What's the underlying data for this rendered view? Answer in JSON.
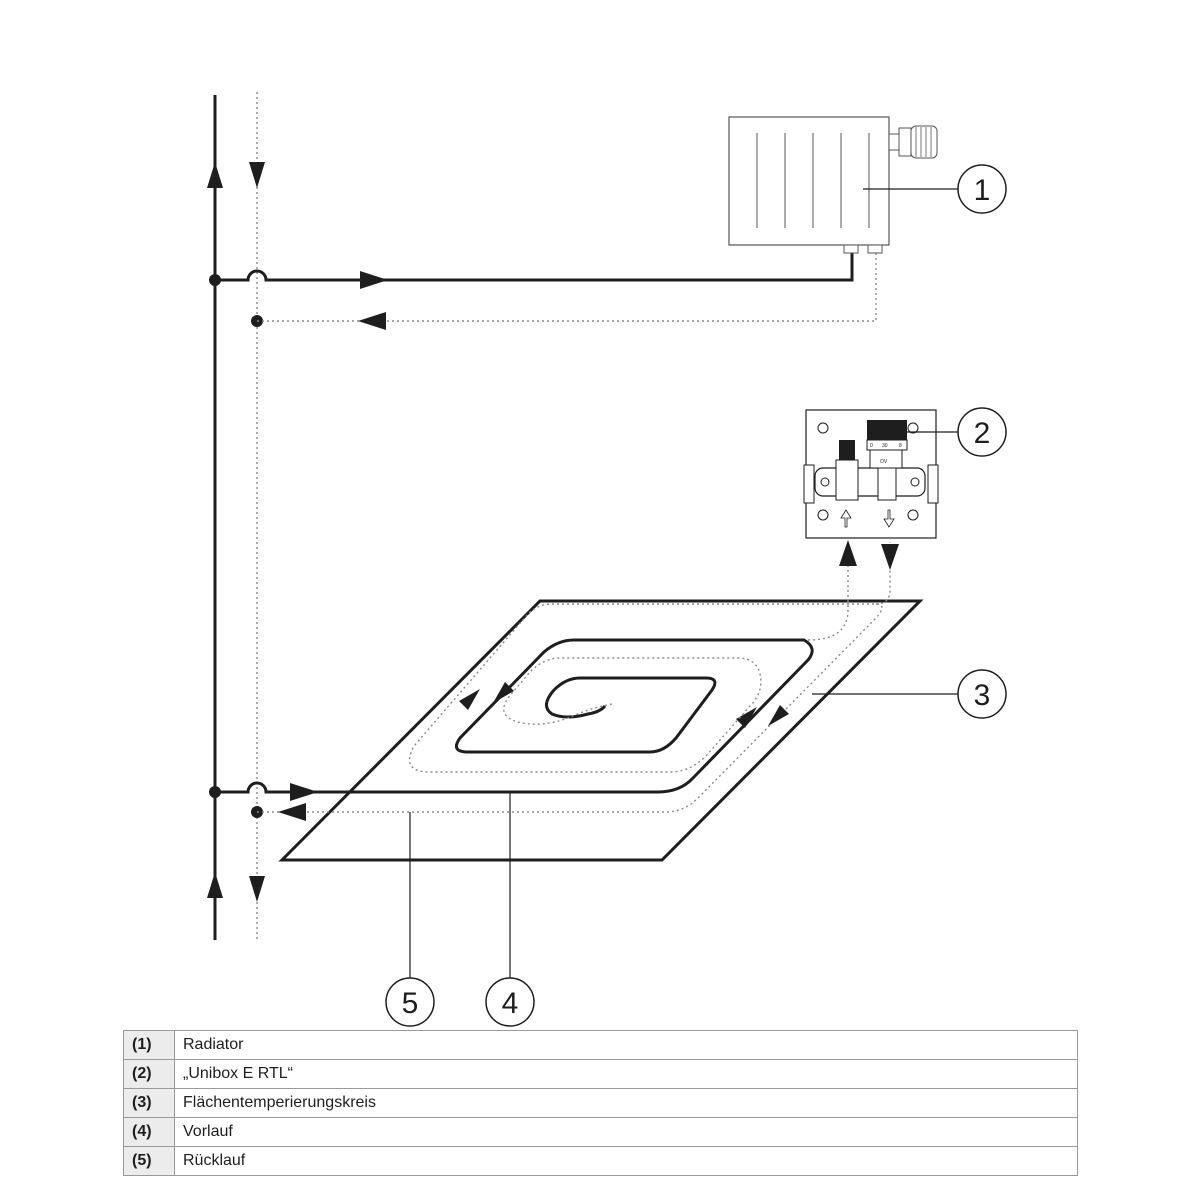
{
  "callouts": {
    "c1": "1",
    "c2": "2",
    "c3": "3",
    "c4": "4",
    "c5": "5"
  },
  "valve_scale": {
    "low": "0",
    "mid": "30",
    "high": "8",
    "ov": "OV"
  },
  "legend": [
    {
      "num": "(1)",
      "label": "Radiator"
    },
    {
      "num": "(2)",
      "label": "„Unibox E RTL“"
    },
    {
      "num": "(3)",
      "label": "Flächentemperierungskreis"
    },
    {
      "num": "(4)",
      "label": "Vorlauf"
    },
    {
      "num": "(5)",
      "label": "Rücklauf"
    }
  ],
  "colors": {
    "line": "#1e1e1e",
    "dotted": "#8a8a8a",
    "legend_border": "#9a9a9a",
    "legend_num_bg": "#ececec"
  }
}
